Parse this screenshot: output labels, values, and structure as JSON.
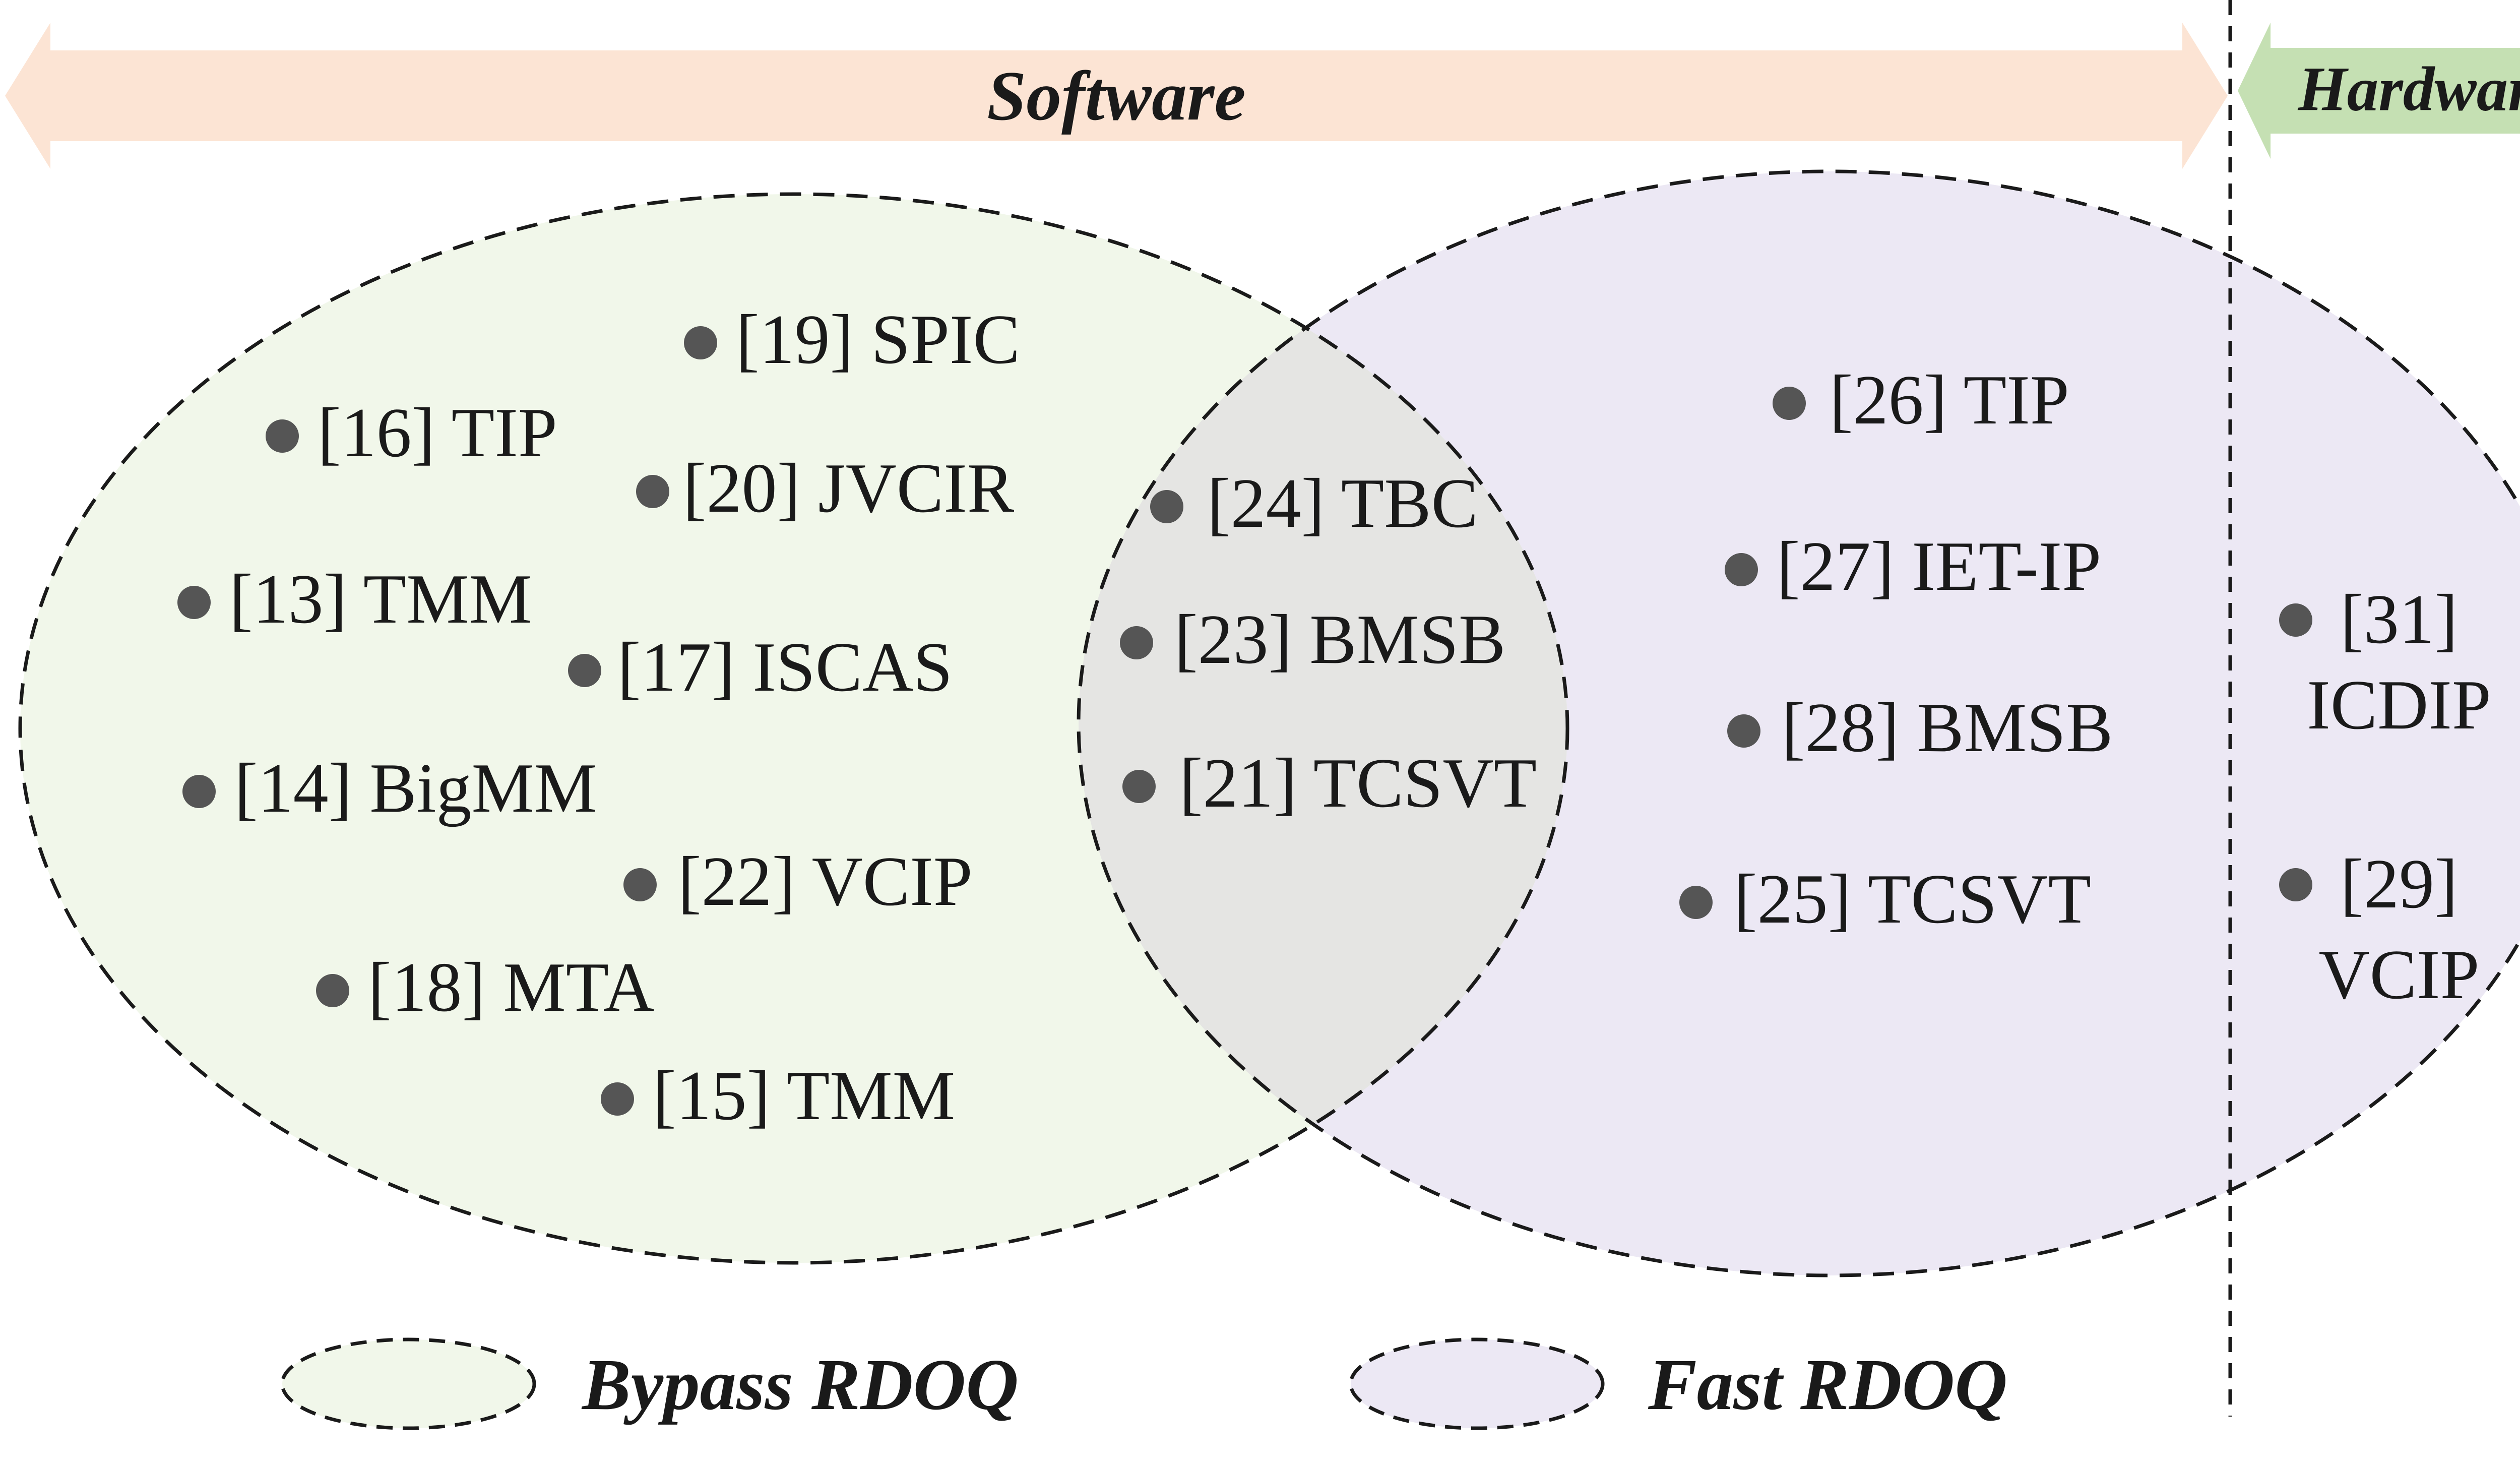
{
  "arrows": {
    "software": {
      "label": "Software",
      "color": "#fce4d4"
    },
    "hardware": {
      "label": "Hardware",
      "color": "#c5e0b3"
    }
  },
  "sets": {
    "bypass": {
      "legend": "Bypass RDOQ",
      "fill": "#f1f7ea"
    },
    "fast": {
      "legend": "Fast RDOQ",
      "fill": "#ece8f4"
    },
    "overlap_fill": "#e5e5e3"
  },
  "references": {
    "bypass_only": [
      "[19] SPIC",
      "[16] TIP",
      "[20] JVCIR",
      "[13] TMM",
      "[17] ISCAS",
      "[14] BigMM",
      "[22] VCIP",
      "[18] MTA",
      "[15] TMM"
    ],
    "both": [
      "[24] TBC",
      "[23] BMSB",
      "[21] TCSVT"
    ],
    "fast_software": [
      "[26] TIP",
      "[27] IET-IP",
      "[28] BMSB",
      "[25] TCSVT"
    ],
    "fast_hardware": [
      {
        "num": "[31]",
        "venue": "ICDIP"
      },
      {
        "num": "[29]",
        "venue": "VCIP"
      }
    ]
  },
  "colors": {
    "dot": "#555555",
    "stroke": "#1a1a1a",
    "text": "#1a1a1a"
  }
}
